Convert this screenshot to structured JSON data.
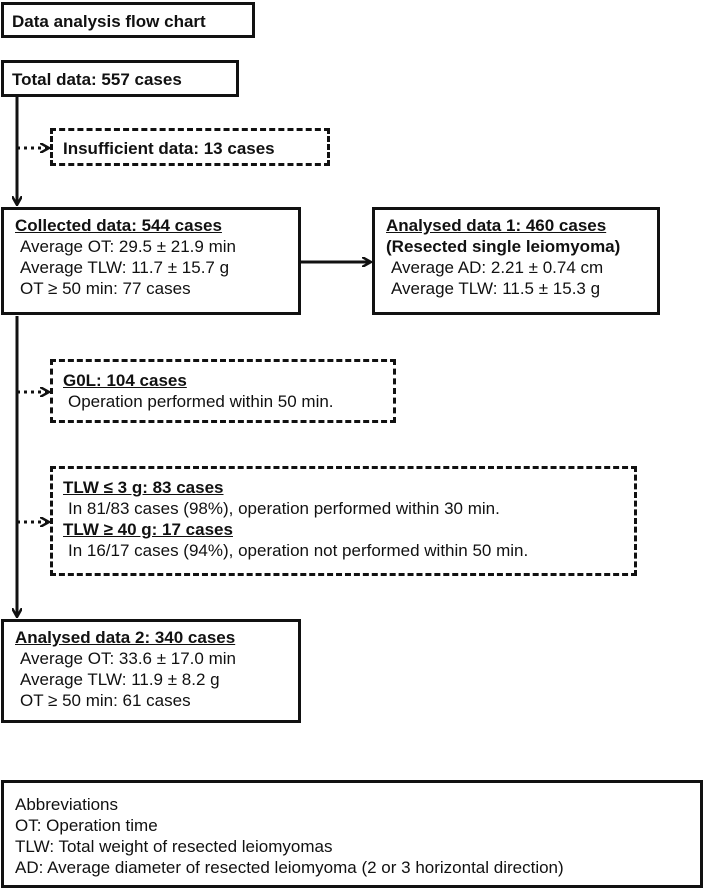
{
  "title": "Data analysis flow chart",
  "total": "Total data: 557 cases",
  "insufficient": "Insufficient data: 13 cases",
  "collected": {
    "heading": "Collected data: 544 cases",
    "lines": [
      "Average OT: 29.5 ± 21.9 min",
      "Average TLW: 11.7 ± 15.7 g",
      "OT ≥ 50 min: 77 cases"
    ]
  },
  "analysed1": {
    "heading": "Analysed data 1: 460 cases",
    "subheading": "(Resected single leiomyoma)",
    "lines": [
      "Average AD: 2.21 ± 0.74 cm",
      "Average TLW: 11.5 ± 15.3 g"
    ]
  },
  "g0l": {
    "heading": "G0L: 104 cases",
    "line": "Operation performed within 50 min."
  },
  "tlw": {
    "heading1": "TLW ≤ 3 g: 83 cases",
    "line1": "In 81/83 cases (98%), operation performed within 30 min.",
    "heading2": "TLW ≥ 40 g: 17 cases",
    "line2": "In 16/17 cases (94%), operation not performed within 50 min."
  },
  "analysed2": {
    "heading": "Analysed data 2: 340 cases",
    "lines": [
      "Average OT: 33.6 ± 17.0 min",
      "Average TLW: 11.9 ± 8.2 g",
      "OT ≥ 50 min: 61 cases"
    ]
  },
  "abbreviations": {
    "heading": "Abbreviations",
    "lines": [
      "OT: Operation time",
      "TLW: Total weight of resected leiomyomas",
      "AD: Average diameter of resected leiomyoma (2 or 3 horizontal direction)"
    ]
  }
}
